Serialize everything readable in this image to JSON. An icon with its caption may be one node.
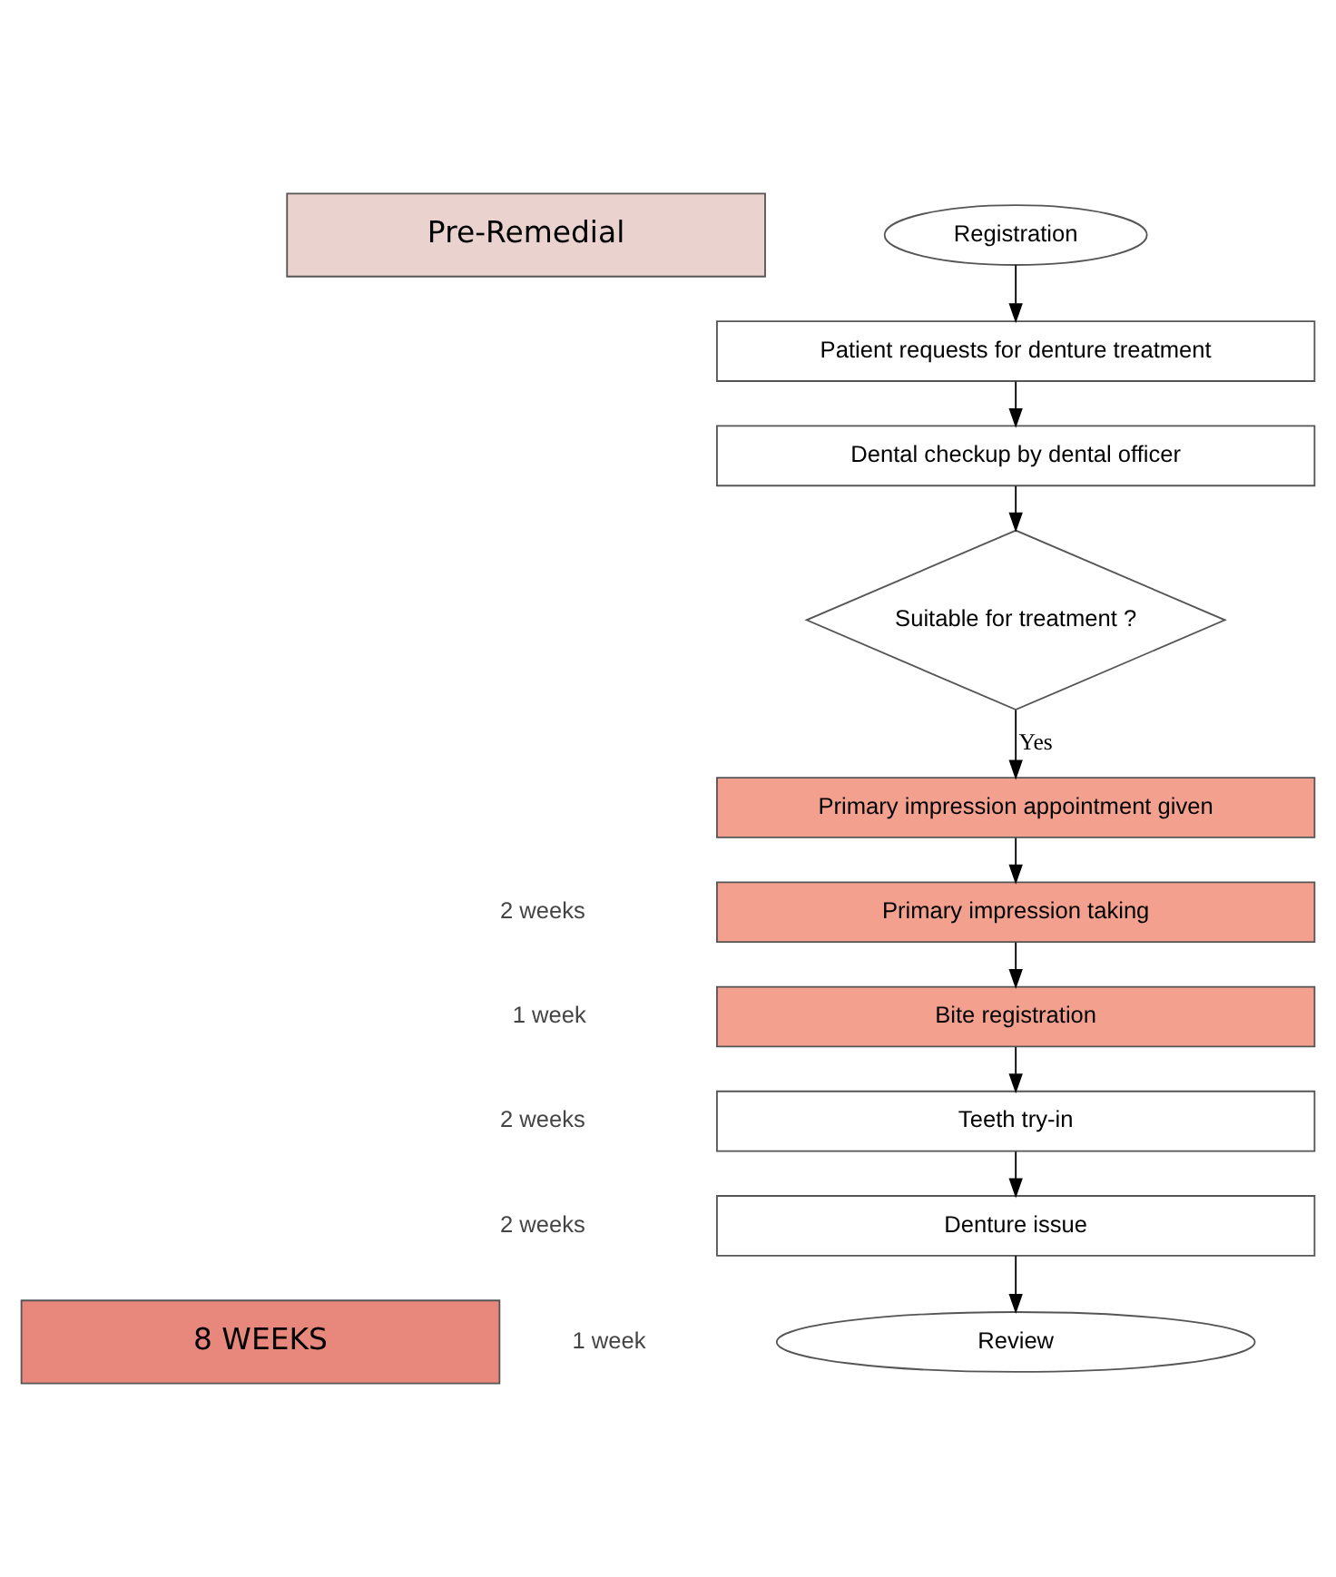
{
  "diagram": {
    "nodes": [
      {
        "text": [
          "Pre-Remedial"
        ]
      },
      {
        "text": [
          "Registration"
        ]
      },
      {
        "text": [
          "Patient requests for denture treatment"
        ]
      },
      {
        "text": [
          "Dental checkup by dental officer"
        ]
      },
      {
        "text": [
          "Suitable for treatment ?"
        ]
      },
      {
        "text": [
          "Primary impression appointment given"
        ]
      },
      {
        "text": [
          "Primary impression taking"
        ]
      },
      {
        "text": [
          "Bite registration"
        ]
      },
      {
        "text": [
          "Teeth try-in"
        ]
      },
      {
        "text": [
          "Denture issue"
        ]
      },
      {
        "text": [
          "Review"
        ]
      },
      {
        "text": [
          "8 WEEKS"
        ]
      }
    ],
    "edges": [
      {
        "from": 1,
        "to": 2,
        "arrow": "to"
      },
      {
        "from": 2,
        "to": 3,
        "arrow": "to"
      },
      {
        "from": 3,
        "to": 4,
        "arrow": "to"
      },
      {
        "from": 4,
        "to": 5,
        "arrow": "to",
        "label": "Yes"
      },
      {
        "from": 5,
        "to": 6,
        "arrow": "to"
      },
      {
        "from": 6,
        "to": 7,
        "arrow": "to"
      },
      {
        "from": 7,
        "to": 8,
        "arrow": "to"
      },
      {
        "from": 8,
        "to": 9,
        "arrow": "to"
      },
      {
        "from": 9,
        "to": 10,
        "arrow": "to"
      }
    ],
    "labels": [
      "2 weeks",
      "1 week",
      "2 weeks",
      "2 weeks",
      "1 week"
    ]
  }
}
